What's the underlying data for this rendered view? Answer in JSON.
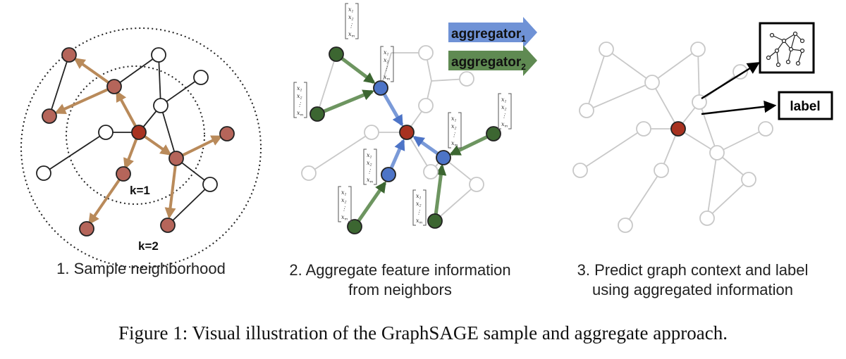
{
  "panel1": {
    "caption": "1. Sample neighborhood",
    "k1_label": "k=1",
    "k2_label": "k=2"
  },
  "panel2": {
    "caption_line1": "2. Aggregate feature information",
    "caption_line2": "from neighbors",
    "aggregator1_label": "aggregator",
    "aggregator1_sub": "1",
    "aggregator2_label": "aggregator",
    "aggregator2_sub": "2",
    "vector_entries": [
      "x",
      "1",
      "x",
      "2",
      "⋮",
      "x",
      "m"
    ]
  },
  "panel3": {
    "caption_line1": "3. Predict graph context and label",
    "caption_line2": "using aggregated information",
    "label_box": "label"
  },
  "figure_caption": "Figure 1: Visual illustration of the GraphSAGE sample and aggregate approach.",
  "colors": {
    "center_node": "#a83220",
    "sampled_node": "#b5655a",
    "hop1_node": "#4d74c7",
    "hop2_node": "#3c6631",
    "sample_arrow": "#b98a5a",
    "agg_arrow_blue": "#7a9ad8",
    "agg_arrow_green": "#6d9560",
    "aggregator1_fill": "#6f92d6",
    "aggregator2_fill": "#5f8a52",
    "faded_edge": "#c8c8c8"
  }
}
